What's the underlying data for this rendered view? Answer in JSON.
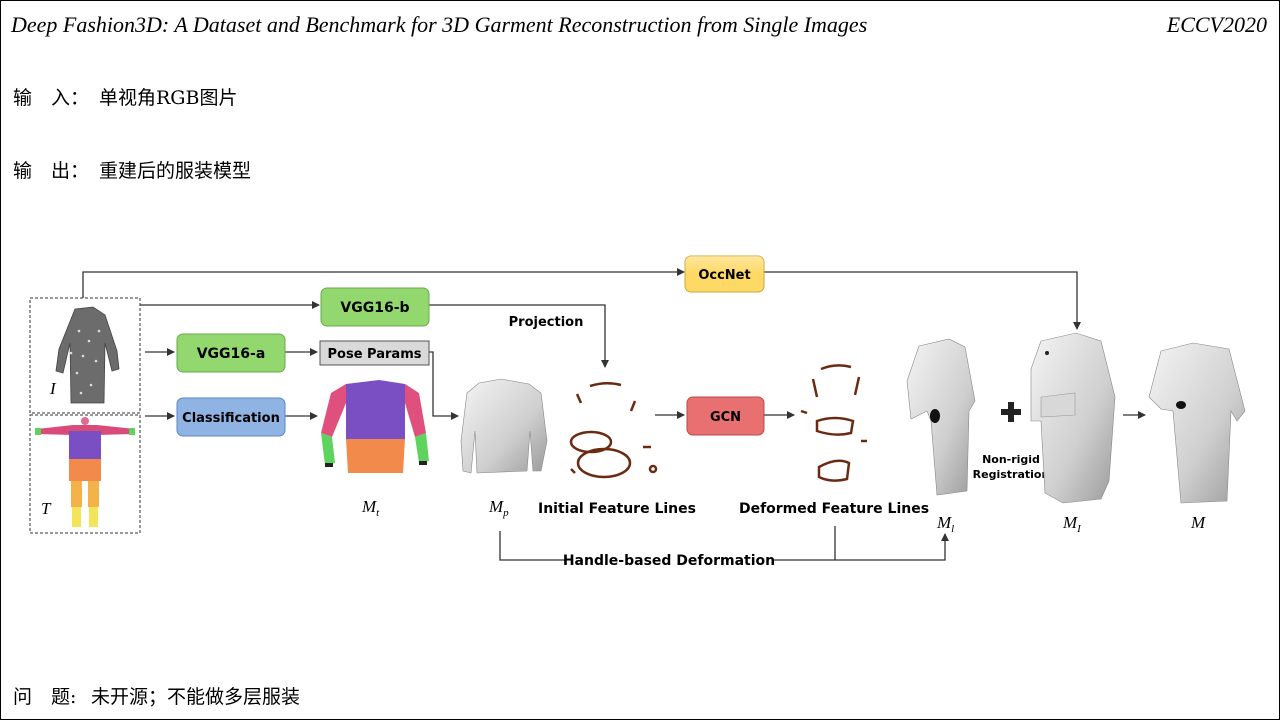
{
  "header": {
    "title": "Deep Fashion3D: A Dataset and Benchmark for 3D Garment Reconstruction from Single Images",
    "venue": "ECCV2020"
  },
  "info": {
    "input_label": "输　入：",
    "input_value": "单视角RGB图片",
    "output_label": "输　出：",
    "output_value": "重建后的服装模型",
    "problem_label": "问　题:",
    "problem_value": "未开源；不能做多层服装"
  },
  "diagram": {
    "boxes": {
      "occnet": "OccNet",
      "vgg16b": "VGG16-b",
      "vgg16a": "VGG16-a",
      "pose_params": "Pose Params",
      "classification": "Classification",
      "gcn": "GCN"
    },
    "labels": {
      "projection": "Projection",
      "initial_feature_lines": "Initial Feature Lines",
      "deformed_feature_lines": "Deformed Feature Lines",
      "handle_deformation": "Handle-based Deformation",
      "non_rigid_1": "Non-rigid",
      "non_rigid_2": "Registration"
    },
    "math": {
      "I": "I",
      "T": "T",
      "Mt": "M",
      "Mt_sub": "t",
      "Mp": "M",
      "Mp_sub": "p",
      "Ml": "M",
      "Ml_sub": "l",
      "MI": "M",
      "MI_sub": "I",
      "M": "M"
    },
    "colors": {
      "occnet": "#ffd966",
      "vgg": "#93d86f",
      "classification": "#8fb4e3",
      "gcn": "#e87070",
      "pose": "#d9d9d9",
      "feature_line": "#6b2a12"
    }
  }
}
